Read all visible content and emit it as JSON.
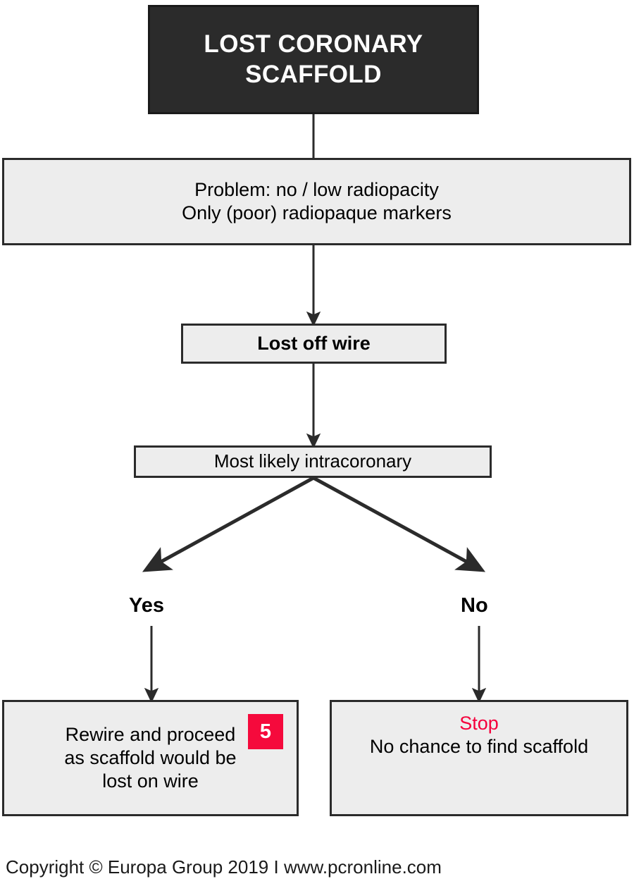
{
  "diagram": {
    "title_node": {
      "line1": "LOST CORONARY",
      "line2": "SCAFFOLD"
    },
    "problem_node": {
      "line1": "Problem: no / low radiopacity",
      "line2": "Only (poor) radiopaque markers"
    },
    "lost_off_wire_node": {
      "label": "Lost off wire"
    },
    "intracoronary_node": {
      "label": "Most likely intracoronary"
    },
    "branch_labels": {
      "yes": "Yes",
      "no": "No"
    },
    "rewire_node": {
      "line1": "Rewire and proceed",
      "line2": "as scaffold would be",
      "line3": "lost on wire",
      "badge": "5"
    },
    "stop_node": {
      "line1": "Stop",
      "line2": "No chance to find scaffold"
    },
    "colors": {
      "title_background": "#2b2b2b",
      "node_background": "#ededed",
      "node_border": "#2b2b2b",
      "badge_background": "#f50a3c",
      "stop_text": "#f5003c",
      "connector": "#2b2b2b"
    }
  },
  "footer": {
    "copyright": "Copyright © Europa Group 2019 I www.pcronline.com"
  }
}
